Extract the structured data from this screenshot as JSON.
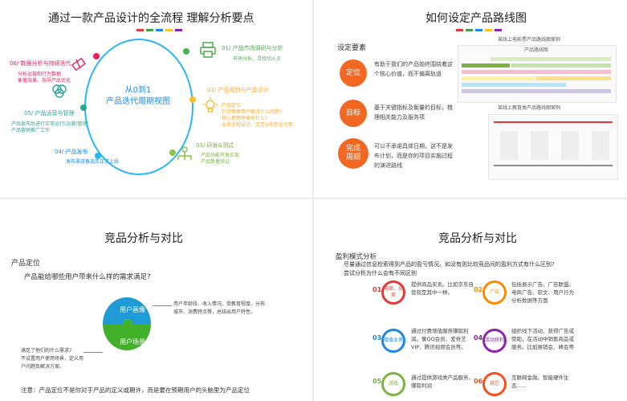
{
  "panel1": {
    "title": "通过一款产品设计的全流程 理解分析要点",
    "center_line1": "从0到1",
    "center_line2": "产品迭代周期视图",
    "step1": {
      "title": "01/ 产品市场调研与分析",
      "desc": "市场分析、寻找切入点"
    },
    "step2": {
      "title": "02/ 产品规划与产品设计",
      "desc1": "产品定位",
      "desc2": "针对哪类用户解决什么问题?",
      "desc3": "核心使用场景有什么?",
      "desc4": "业务流程设计、交互&视觉设计等。"
    },
    "step3": {
      "title": "03/ 研发&测试",
      "desc1": "产品功能开发实现",
      "desc2": "产品质量验证"
    },
    "step4": {
      "title": "04/ 产品发布",
      "desc": "发布渠道备选及正式上线"
    },
    "step5": {
      "title": "05/ 产品运营与管理",
      "desc1": "产品发布后进行正常运行(运营)管理",
      "desc2": "产品营销推广工作"
    },
    "step6": {
      "title": "06/ 数据分析与持续迭代",
      "desc1": "分析运营和行为数据",
      "desc2": "衡量效果、指导产品优化"
    },
    "colors": {
      "ring": "#29b6f6",
      "s1": "#4caf50",
      "s2": "#fbc02d",
      "s3": "#8bc34a",
      "s4": "#29b6f6",
      "s5": "#26a69a",
      "s6": "#e91e63"
    }
  },
  "panel2": {
    "title": "如何设定产品路线图",
    "section": "设定要素",
    "items": [
      {
        "label": "定位",
        "desc": "有助于我们的产品始终围绕着这个核心价值，而不偏离轨道",
        "color": "#f26722"
      },
      {
        "label": "目标",
        "desc": "基于关键指标及衡量的目标，梳理相关能力及服务项",
        "color": "#f26722"
      },
      {
        "label": "完成周期",
        "desc": "可以不承诺具体日期，这不是发布计划，而是你的项目实施过程的演进路线",
        "color": "#f26722"
      }
    ],
    "shot1_caption": "某线上电影票产品路线图案例",
    "shot1_header": "产品路线图",
    "shot2_caption": "某线上教育类产品路线图案例"
  },
  "panel3": {
    "title": "竞品分析与对比",
    "section": "产品定位",
    "question": "产品能给哪些用户带来什么样的需求满足?",
    "puzzle_top": "用户画像",
    "puzzle_bottom": "用户场景",
    "right_text": [
      "用户年龄段、收入情况、受教育程度、分布",
      "城市、消费特点等，总结出用户特性。"
    ],
    "left_text": [
      "满足了他们的什么需求?",
      "不设置用户使用场景，定义用",
      "户问题及解决方案。"
    ],
    "note": "注意：产品定位不是你对于产品的定义或期许，而是要在预期用户的头脑里为产品定位",
    "colors": {
      "top": "#f5a623",
      "bottom": "#43b02a",
      "middle": "#1e9bd7"
    }
  },
  "panel4": {
    "title": "竞品分析与对比",
    "section": "盈利模式分析",
    "intro1": "尽量通过信息检索得到产品的盈亏情况。如没有则比较竞品间的盈利方式有什么区别?",
    "intro2": "尝试分析为什么会有不同区别",
    "items": [
      {
        "num": "01",
        "label": "电商、买卖",
        "desc": "提供商品买卖。比如京东自营就是其中一种。",
        "color": "#e53935"
      },
      {
        "num": "02",
        "label": "广告",
        "desc": "包括展示广告、广告联盟、电商广告、软文、用户行为分析数据等方面",
        "color": "#fb8c00"
      },
      {
        "num": "03",
        "label": "增值业务",
        "desc": "通过付费增值服务赚取利润。像QQ会员、爱奇艺VIP、腾讯视频会员等。",
        "color": "#1e88e5"
      },
      {
        "num": "04",
        "label": "活动获利",
        "desc": "组织线下活动、获得广告或赞助，在活动中销售商品或服务。比如展销会、峰会等",
        "color": "#8e24aa"
      },
      {
        "num": "05",
        "label": "游戏",
        "desc": "通过提供游戏类产品服务，赚取利润",
        "color": "#7cb342"
      },
      {
        "num": "06",
        "label": "其它",
        "desc": "互联网金融、智能硬件生态……",
        "color": "#f4511e"
      }
    ]
  },
  "dots": [
    "#e53935",
    "#43a047",
    "#1e88e5",
    "#fbc02d",
    "#8e24aa"
  ]
}
